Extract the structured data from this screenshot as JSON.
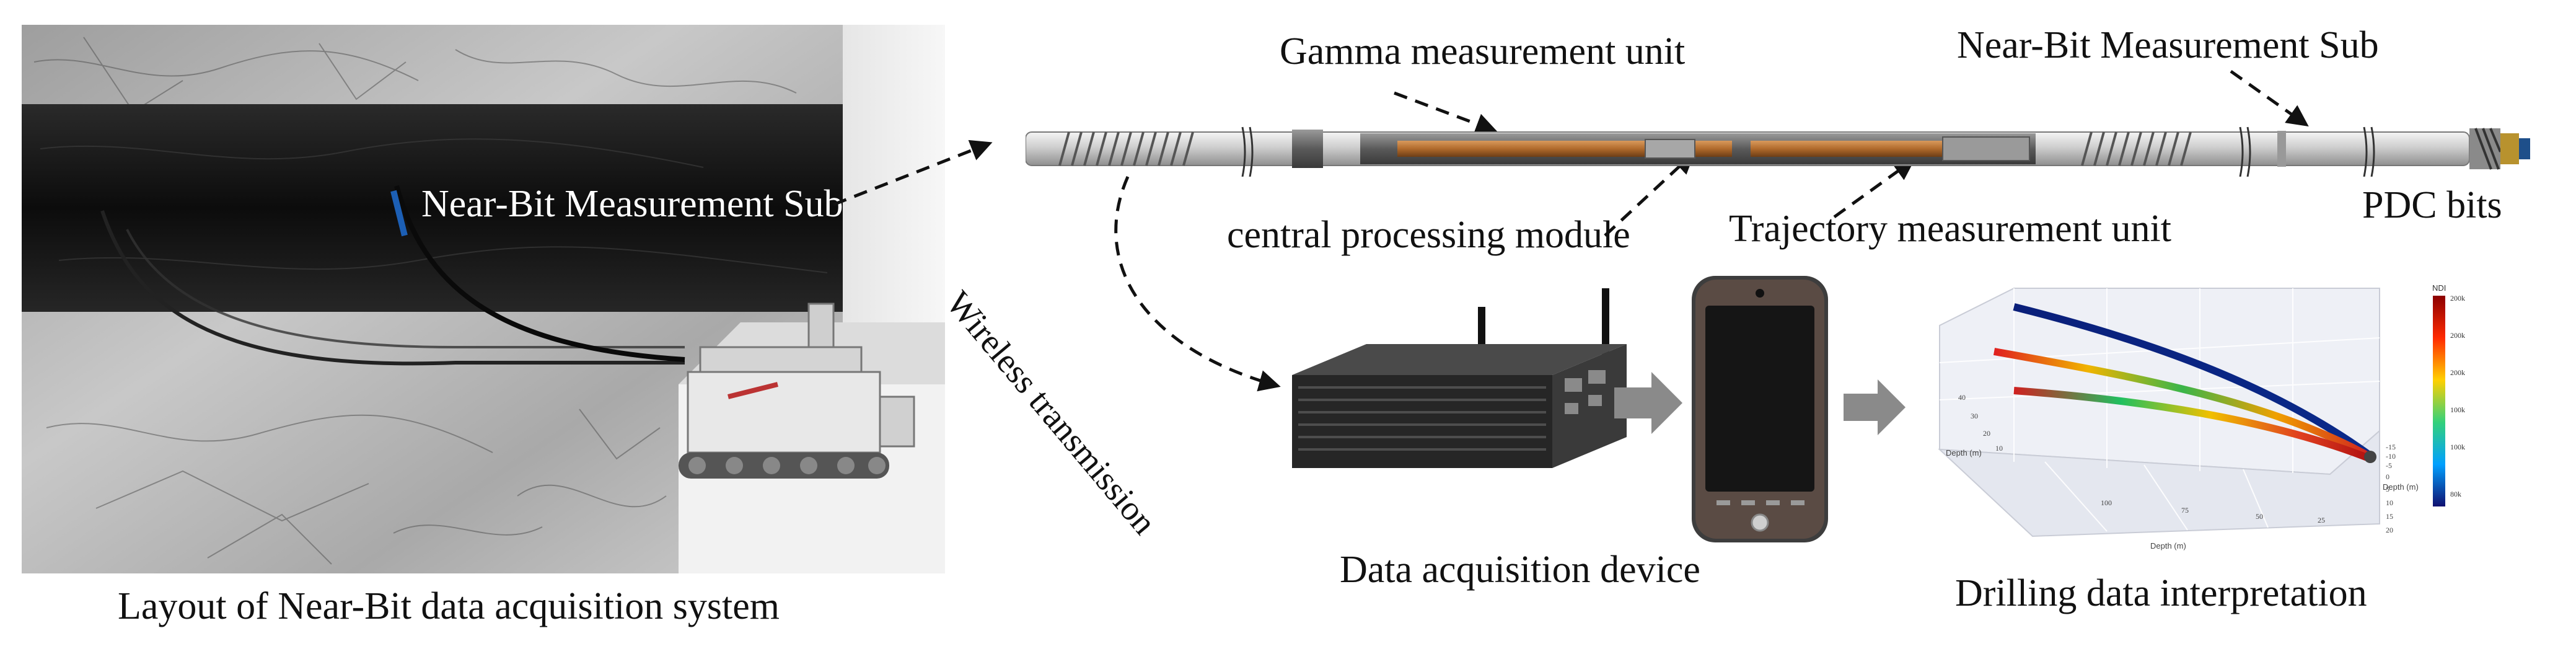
{
  "diagram": {
    "labels": {
      "near_bit_sub_left": "Near-Bit Measurement Sub",
      "layout_caption": "Layout of Near-Bit data acquisition system",
      "gamma_unit": "Gamma measurement unit",
      "near_bit_sub_right": "Near-Bit Measurement Sub",
      "central_processing": "central processing module",
      "trajectory_unit": "Trajectory measurement unit",
      "pdc_bits": "PDC bits",
      "wireless": "Wireless transmission",
      "daq_device": "Data acquisition  device",
      "interpretation": "Drilling data interpretation"
    },
    "plot3d": {
      "x_axis_label": "Depth (m)",
      "y_axis_label": "Depth (m)",
      "z_axis_label": "Depth (m)",
      "colorbar_title": "NDI",
      "colorbar_ticks": [
        "200k",
        "200k",
        "200k",
        "100k",
        "100k",
        "80k"
      ],
      "side_ticks": [
        "-15",
        "-10",
        "-5",
        "0",
        "5",
        "10",
        "15",
        "20"
      ],
      "y_ticks": [
        "40",
        "30",
        "20",
        "10"
      ],
      "x_ticks": [
        "100",
        "75",
        "50",
        "25"
      ]
    },
    "colors": {
      "coal_seam": "#141414",
      "rock": "#bdbdbd",
      "arrow_gray": "#8a8a8a",
      "tool_body": "#d9d9d9",
      "tool_copper": "#b06a2c"
    }
  }
}
